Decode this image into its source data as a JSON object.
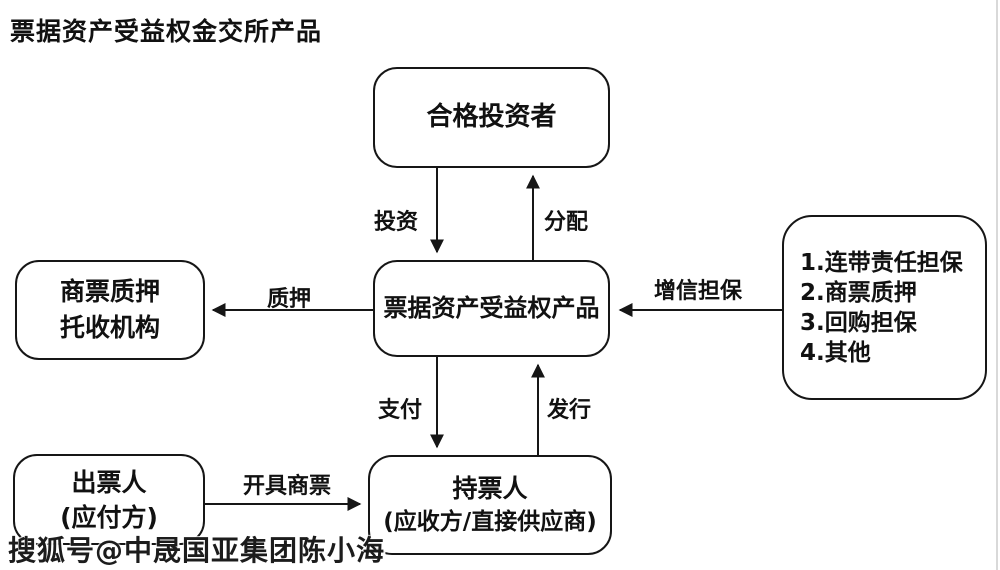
{
  "title": "票据资产受益权金交所产品",
  "nodes": {
    "investor": {
      "label": "合格投资者"
    },
    "product": {
      "label": "票据资产受益权产品"
    },
    "pledge_agency": {
      "line1": "商票质押",
      "line2": "托收机构"
    },
    "guarantee": {
      "items": [
        "1.连带责任担保",
        "2.商票质押",
        "3.回购担保",
        "4.其他"
      ]
    },
    "drawer": {
      "line1": "出票人",
      "line2": "(应付方)"
    },
    "holder": {
      "line1": "持票人",
      "line2": "(应收方/直接供应商)"
    }
  },
  "edges": {
    "invest": "投资",
    "distribute": "分配",
    "pledge": "质押",
    "credit_guarantee": "增信担保",
    "pay": "支付",
    "issue": "发行",
    "issue_bill": "开具商票"
  },
  "watermark": "搜狐号@中晟国亚集团陈小海",
  "colors": {
    "line": "#161616",
    "background": "#ffffff"
  }
}
